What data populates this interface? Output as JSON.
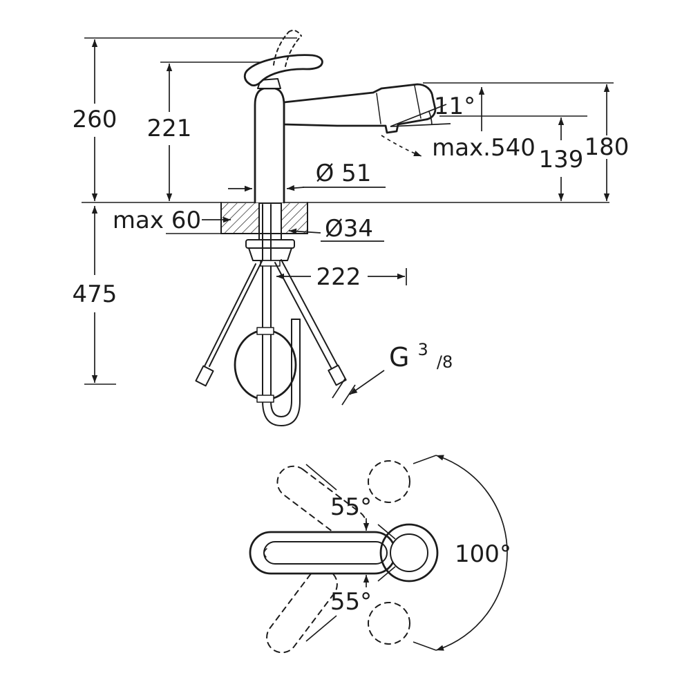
{
  "drawing": {
    "background": "#ffffff",
    "ink": "#1c1c1c"
  },
  "side_view": {
    "height_overall": "260",
    "height_to_handle": "221",
    "spray_angle": "11°",
    "hose_extension": "max.540",
    "outlet_height": "139",
    "spout_top_height": "180",
    "base_diameter": "Ø 51",
    "deck_thickness": "max 60",
    "hole_diameter": "Ø34",
    "spout_reach": "222",
    "hose_length_below": "475",
    "thread_g": "G",
    "thread_num": "3",
    "thread_den": "/8"
  },
  "top_view": {
    "handle_angle_up": "55°",
    "handle_angle_down": "55°",
    "swivel_range": "100°"
  }
}
